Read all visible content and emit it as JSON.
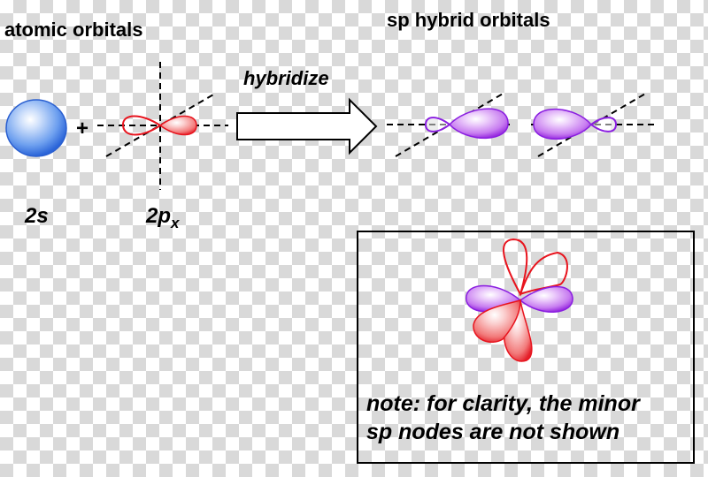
{
  "labels": {
    "atomic_orbitals": "atomic orbitals",
    "sp_hybrid_orbitals": "sp hybrid orbitals",
    "plus": "+",
    "hybridize": "hybridize",
    "s_orbital": "2s",
    "p_orbital_main": "2p",
    "p_orbital_sub": "x"
  },
  "note": {
    "line1": "note:  for clarity, the minor",
    "line2": "sp nodes are not shown"
  },
  "colors": {
    "s_orbital": "#2f6fe0",
    "p_orbital": "#e8141e",
    "sp_orbital": "#8a1ee0"
  }
}
